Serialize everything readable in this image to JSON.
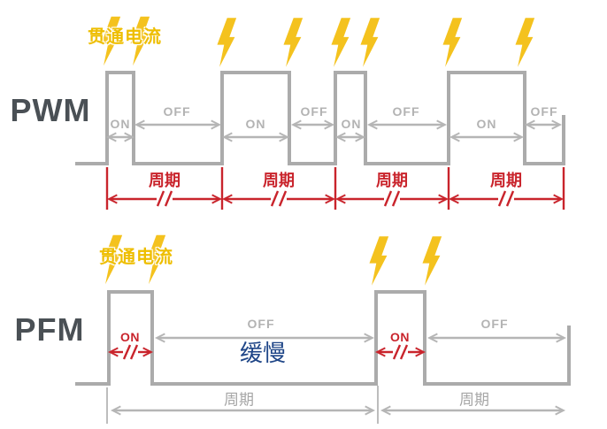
{
  "colors": {
    "background": "#FFFFFF",
    "waveform_gray": "#ABABAB",
    "arrow_gray": "#B5B5B5",
    "dimension_red": "#C9242C",
    "bolt_yellow": "#F4C21E",
    "shoot_through_gold": "#EEBE00",
    "slow_blue": "#1E4587",
    "title_dark": "#4A5055"
  },
  "pwm": {
    "title": "PWM",
    "shoot_through_label": "贯通电流",
    "on_label": "ON",
    "off_label": "OFF",
    "period_label": "周期",
    "pulse_count": 4,
    "period_count": 4,
    "lightning_bolt_count": 8
  },
  "pfm": {
    "title": "PFM",
    "shoot_through_label": "贯通电流",
    "on_label": "ON",
    "off_label": "OFF",
    "period_label": "周期",
    "slow_label": "缓慢",
    "pulse_count": 2,
    "period_count": 2,
    "lightning_bolt_count": 4
  }
}
